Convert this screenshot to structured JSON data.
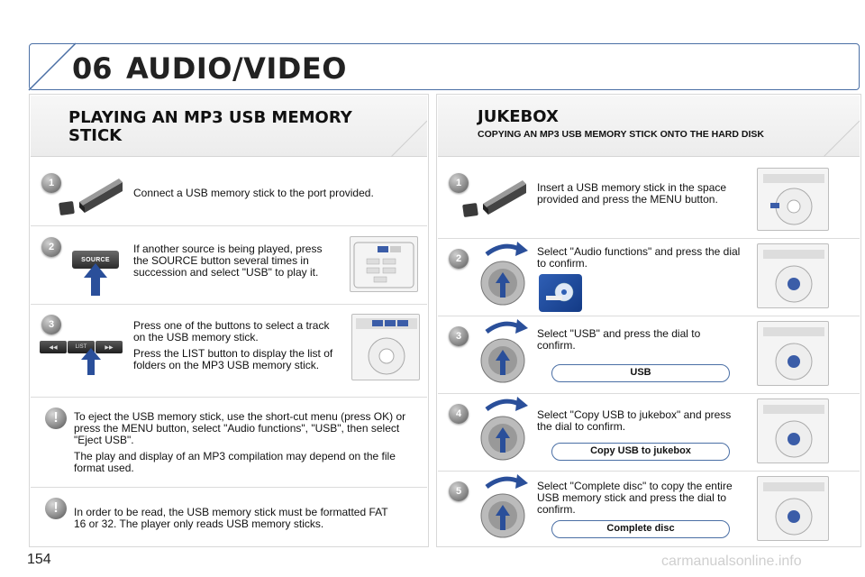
{
  "header": {
    "chapter_number": "06",
    "chapter_title": "AUDIO/VIDEO"
  },
  "left": {
    "title": "PLAYING AN MP3 USB MEMORY STICK",
    "steps": [
      {
        "number": "1",
        "text": "Connect a USB memory stick to the port provided."
      },
      {
        "number": "2",
        "text": "If another source is being played, press the SOURCE button several times in succession and select \"USB\" to play it.",
        "button_label": "SOURCE"
      },
      {
        "number": "3",
        "text_1": "Press one of the buttons to select a track on the USB memory stick.",
        "text_2": "Press the LIST button to display the list of folders on the MP3 USB memory stick.",
        "list_label": "LIST"
      }
    ],
    "notes": [
      {
        "text_1": "To eject the USB memory stick, use the short-cut menu (press OK) or press the MENU button, select \"Audio functions\", \"USB\", then select \"Eject USB\".",
        "text_2": "The play and display of an MP3 compilation may depend on the file format used."
      },
      {
        "text": "In order to be read, the USB memory stick must be formatted FAT 16 or 32. The player only reads USB memory sticks."
      }
    ],
    "warn_symbol": "!"
  },
  "right": {
    "title": "JUKEBOX",
    "subtitle": "COPYING AN MP3 USB MEMORY STICK ONTO THE HARD DISK",
    "steps": [
      {
        "number": "1",
        "text": "Insert a USB memory stick in the space provided and press the MENU button."
      },
      {
        "number": "2",
        "text": "Select \"Audio functions\" and press the dial to confirm."
      },
      {
        "number": "3",
        "text": "Select \"USB\" and press the dial to confirm.",
        "pill": "USB"
      },
      {
        "number": "4",
        "text": "Select \"Copy USB to jukebox\" and press the dial to confirm.",
        "pill": "Copy USB to jukebox"
      },
      {
        "number": "5",
        "text": "Select \"Complete disc\" to copy the entire USB memory stick and press the dial to confirm.",
        "pill": "Complete disc"
      }
    ]
  },
  "footer": {
    "page_number": "154",
    "watermark": "carmanualsonline.info"
  },
  "colors": {
    "accent_blue": "#4a6fa5",
    "arrow_blue": "#2a4f9a",
    "badge_grey": "#8a8a8a"
  }
}
